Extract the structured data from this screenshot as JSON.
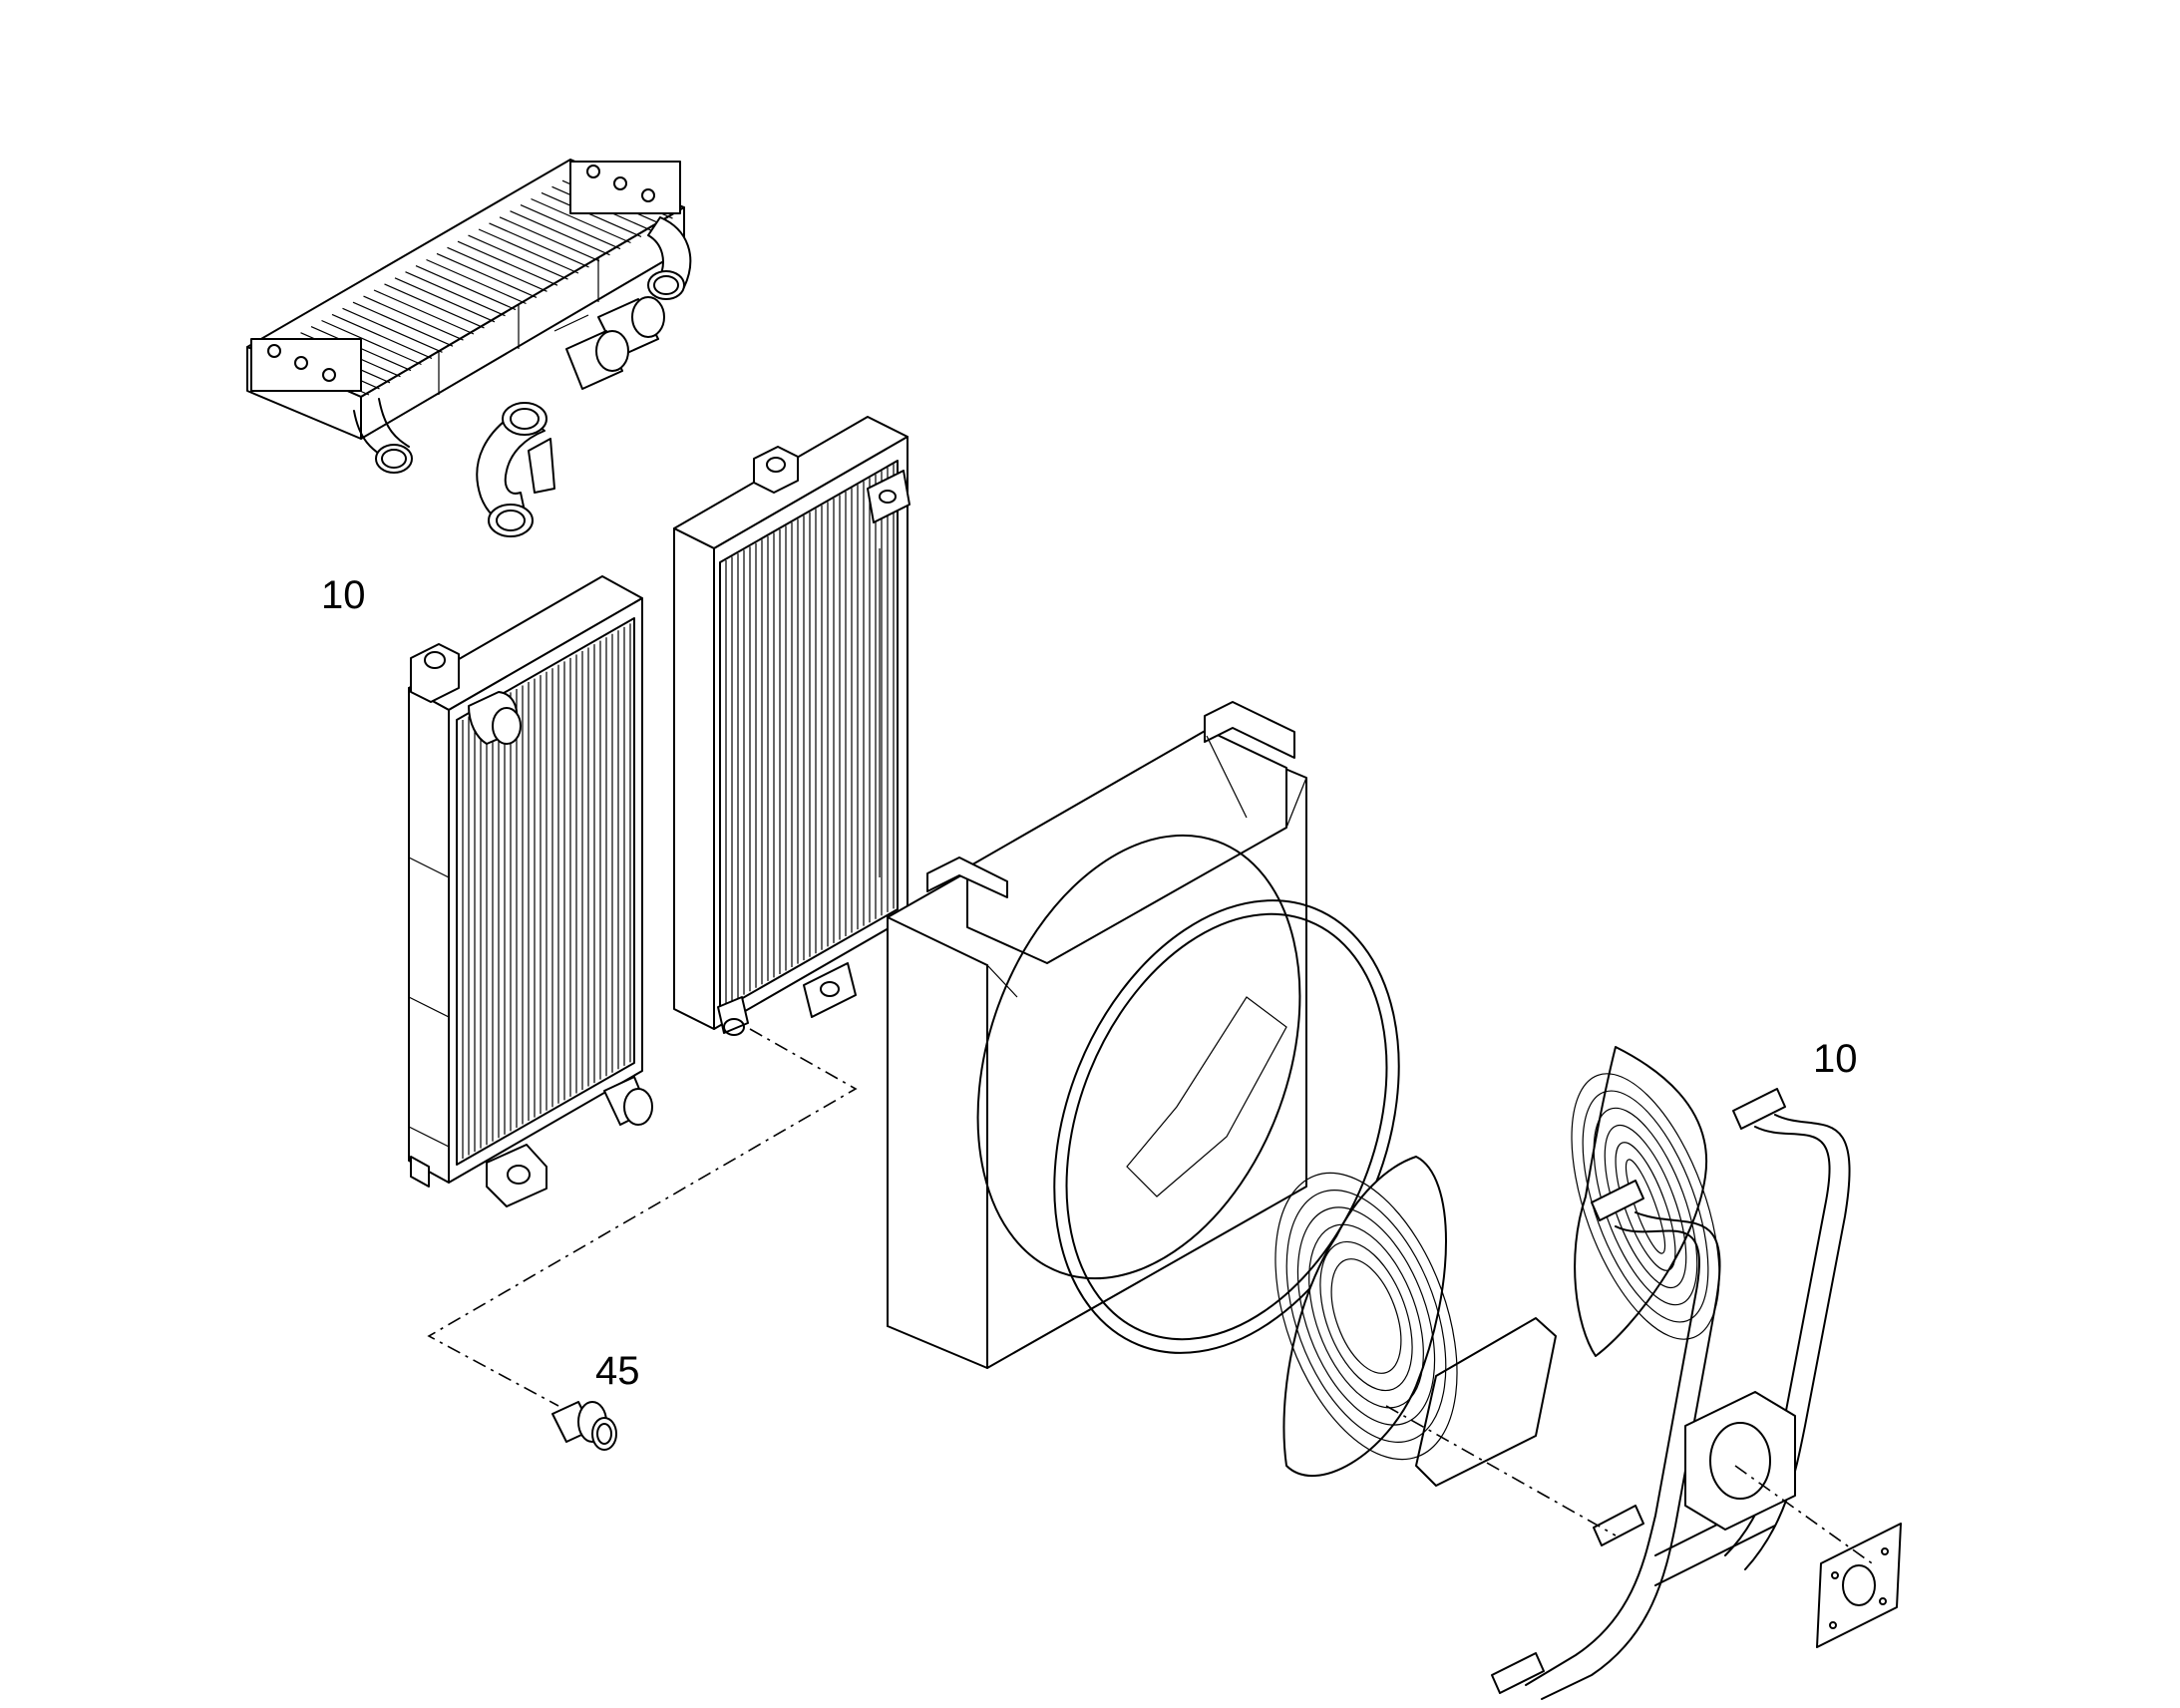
{
  "diagram": {
    "callouts": [
      {
        "label": "10"
      },
      {
        "label": "10"
      },
      {
        "label": "45"
      }
    ],
    "parts": [
      "charge-air-cooler",
      "hose",
      "radiator",
      "oil-cooler",
      "fan-shroud",
      "fan-ring",
      "fan-guard",
      "mounting-frame",
      "motor-plate",
      "drain-plug"
    ],
    "colors": {
      "line": "#000000",
      "background": "#ffffff"
    }
  }
}
